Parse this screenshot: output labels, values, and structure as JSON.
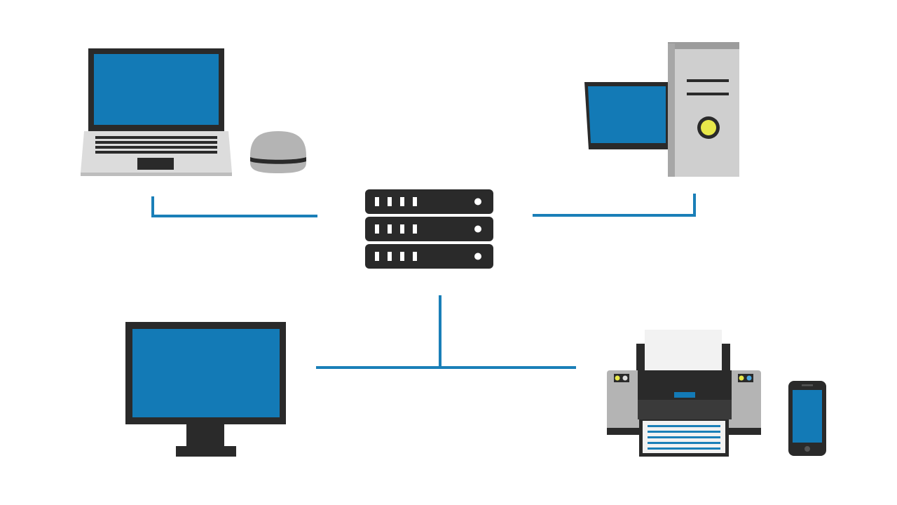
{
  "diagram": {
    "type": "network-topology",
    "hub": {
      "icon": "server-rack-icon",
      "units": 3
    },
    "devices": [
      {
        "id": "laptop",
        "icon": "laptop-icon",
        "accessory": "mouse-icon"
      },
      {
        "id": "desktop",
        "icon": "desktop-tower-icon"
      },
      {
        "id": "monitor",
        "icon": "monitor-icon"
      },
      {
        "id": "printer",
        "icon": "printer-icon",
        "accessory": "smartphone-icon"
      }
    ],
    "connections": [
      {
        "from": "laptop",
        "to": "server"
      },
      {
        "from": "desktop",
        "to": "server"
      },
      {
        "from": "monitor",
        "to": "server"
      },
      {
        "from": "printer",
        "to": "server"
      }
    ]
  },
  "colors": {
    "link": "#1a7fb8",
    "screen": "#137ab6",
    "dark": "#2a2a2a",
    "device_light": "#dcdcdc",
    "device_gray": "#b4b4b4",
    "led": "#e8e84a",
    "background": "#ffffff"
  }
}
